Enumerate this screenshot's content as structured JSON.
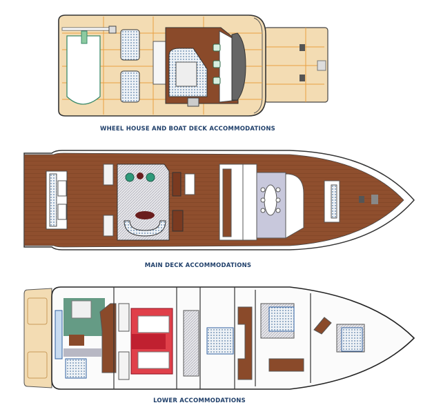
{
  "decks": [
    {
      "title": "WHEEL HOUSE AND BOAT DECK ACCOMMODATIONS"
    },
    {
      "title": "MAIN DECK ACCOMMODATIONS"
    },
    {
      "title": "LOWER ACCOMMODATIONS"
    }
  ],
  "colors": {
    "label": "#1f3f6a",
    "teak_light": "#f3dcb3",
    "teak_dark": "#8a4a2a",
    "carpet": "#c8c8d8",
    "engine_room": "#e0404a",
    "green": "#3a7a60",
    "berth": "#c9dcf0"
  }
}
